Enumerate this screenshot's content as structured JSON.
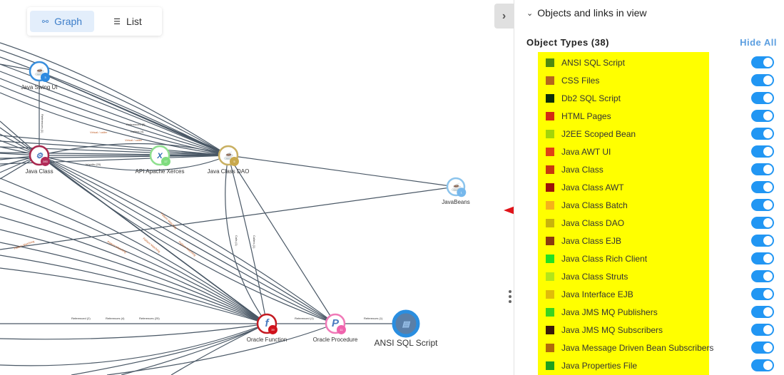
{
  "view_toggle": {
    "graph_label": "Graph",
    "list_label": "List",
    "active": "Graph"
  },
  "panel": {
    "collapse_icon": "chevron-right",
    "section_title": "Objects and links in view",
    "types_title": "Object Types (38)",
    "hide_all_label": "Hide All",
    "object_types": [
      {
        "name": "ANSI SQL Script",
        "color": "#4f8a10",
        "enabled": true
      },
      {
        "name": "CSS Files",
        "color": "#b5651d",
        "enabled": true
      },
      {
        "name": "Db2 SQL Script",
        "color": "#0b2e0b",
        "enabled": true
      },
      {
        "name": "HTML Pages",
        "color": "#d42a12",
        "enabled": true
      },
      {
        "name": "J2EE Scoped Bean",
        "color": "#a3d40a",
        "enabled": true
      },
      {
        "name": "Java AWT UI",
        "color": "#e04015",
        "enabled": true
      },
      {
        "name": "Java Class",
        "color": "#c8380e",
        "enabled": true
      },
      {
        "name": "Java Class AWT",
        "color": "#9b1208",
        "enabled": true
      },
      {
        "name": "Java Class Batch",
        "color": "#f5b21a",
        "enabled": true
      },
      {
        "name": "Java Class DAO",
        "color": "#c7b40c",
        "enabled": true
      },
      {
        "name": "Java Class EJB",
        "color": "#8a3a0e",
        "enabled": true
      },
      {
        "name": "Java Class Rich Client",
        "color": "#22e022",
        "enabled": true
      },
      {
        "name": "Java Class Struts",
        "color": "#b3e61a",
        "enabled": true
      },
      {
        "name": "Java Interface EJB",
        "color": "#e0bc0a",
        "enabled": true
      },
      {
        "name": "Java JMS MQ Publishers",
        "color": "#3ad41e",
        "enabled": true
      },
      {
        "name": "Java JMS MQ Subscribers",
        "color": "#3a1a0a",
        "enabled": true
      },
      {
        "name": "Java Message Driven Bean Subscribers",
        "color": "#b06a0a",
        "enabled": true
      },
      {
        "name": "Java Properties File",
        "color": "#1ea01e",
        "enabled": true
      }
    ]
  },
  "graph": {
    "nodes": [
      {
        "id": "swing",
        "label": "Java Swing UI",
        "ring": "#3a8fdc",
        "badge": "#2e8ae0",
        "glyph": "☕",
        "badge_text": "3"
      },
      {
        "id": "javaclass",
        "label": "Java Class",
        "ring": "#a8294f",
        "badge": "#b12a58",
        "glyph": "⚙",
        "badge_text": "283"
      },
      {
        "id": "xerces",
        "label": "API Apache Xerces",
        "ring": "#8fe08f",
        "badge": "#7fdc7f",
        "glyph": "X",
        "badge_text": "17"
      },
      {
        "id": "dao",
        "label": "Java Class DAO",
        "ring": "#c9b062",
        "badge": "#c8a84c",
        "glyph": "☕",
        "badge_text": "5"
      },
      {
        "id": "beans",
        "label": "JavaBeans",
        "ring": "#8cc4ec",
        "badge": "#76b8ec",
        "glyph": "☕",
        "badge_text": "1"
      },
      {
        "id": "ofunc",
        "label": "Oracle Function",
        "ring": "#c41a22",
        "badge": "#d0121c",
        "glyph": "f",
        "badge_text": "39"
      },
      {
        "id": "oproc",
        "label": "Oracle Procedure",
        "ring": "#f07ab8",
        "badge": "#f063ad",
        "glyph": "P",
        "badge_text": "11"
      },
      {
        "id": "ansi",
        "label": "ANSI SQL Script",
        "ring": "#2a8ee0",
        "badge": "#3c6aa0",
        "glyph": "▤",
        "badge_text": ""
      }
    ],
    "edge_labels": [
      "References (1)",
      "Virtual / caller",
      "Virtual / caller",
      "Inherits (20)",
      "References (5)",
      "Callers (4)",
      "Pattern Matching",
      "Pattern Matching",
      "Pattern Matching",
      "Pattern Matching",
      "Calls (1)",
      "Callers (1)",
      "Pattern Matching",
      "Referenced (2)",
      "References (4)",
      "References (25)",
      "Referenced (1)",
      "References (1)"
    ]
  },
  "annotation": {
    "arrow_color": "#e0141a"
  }
}
